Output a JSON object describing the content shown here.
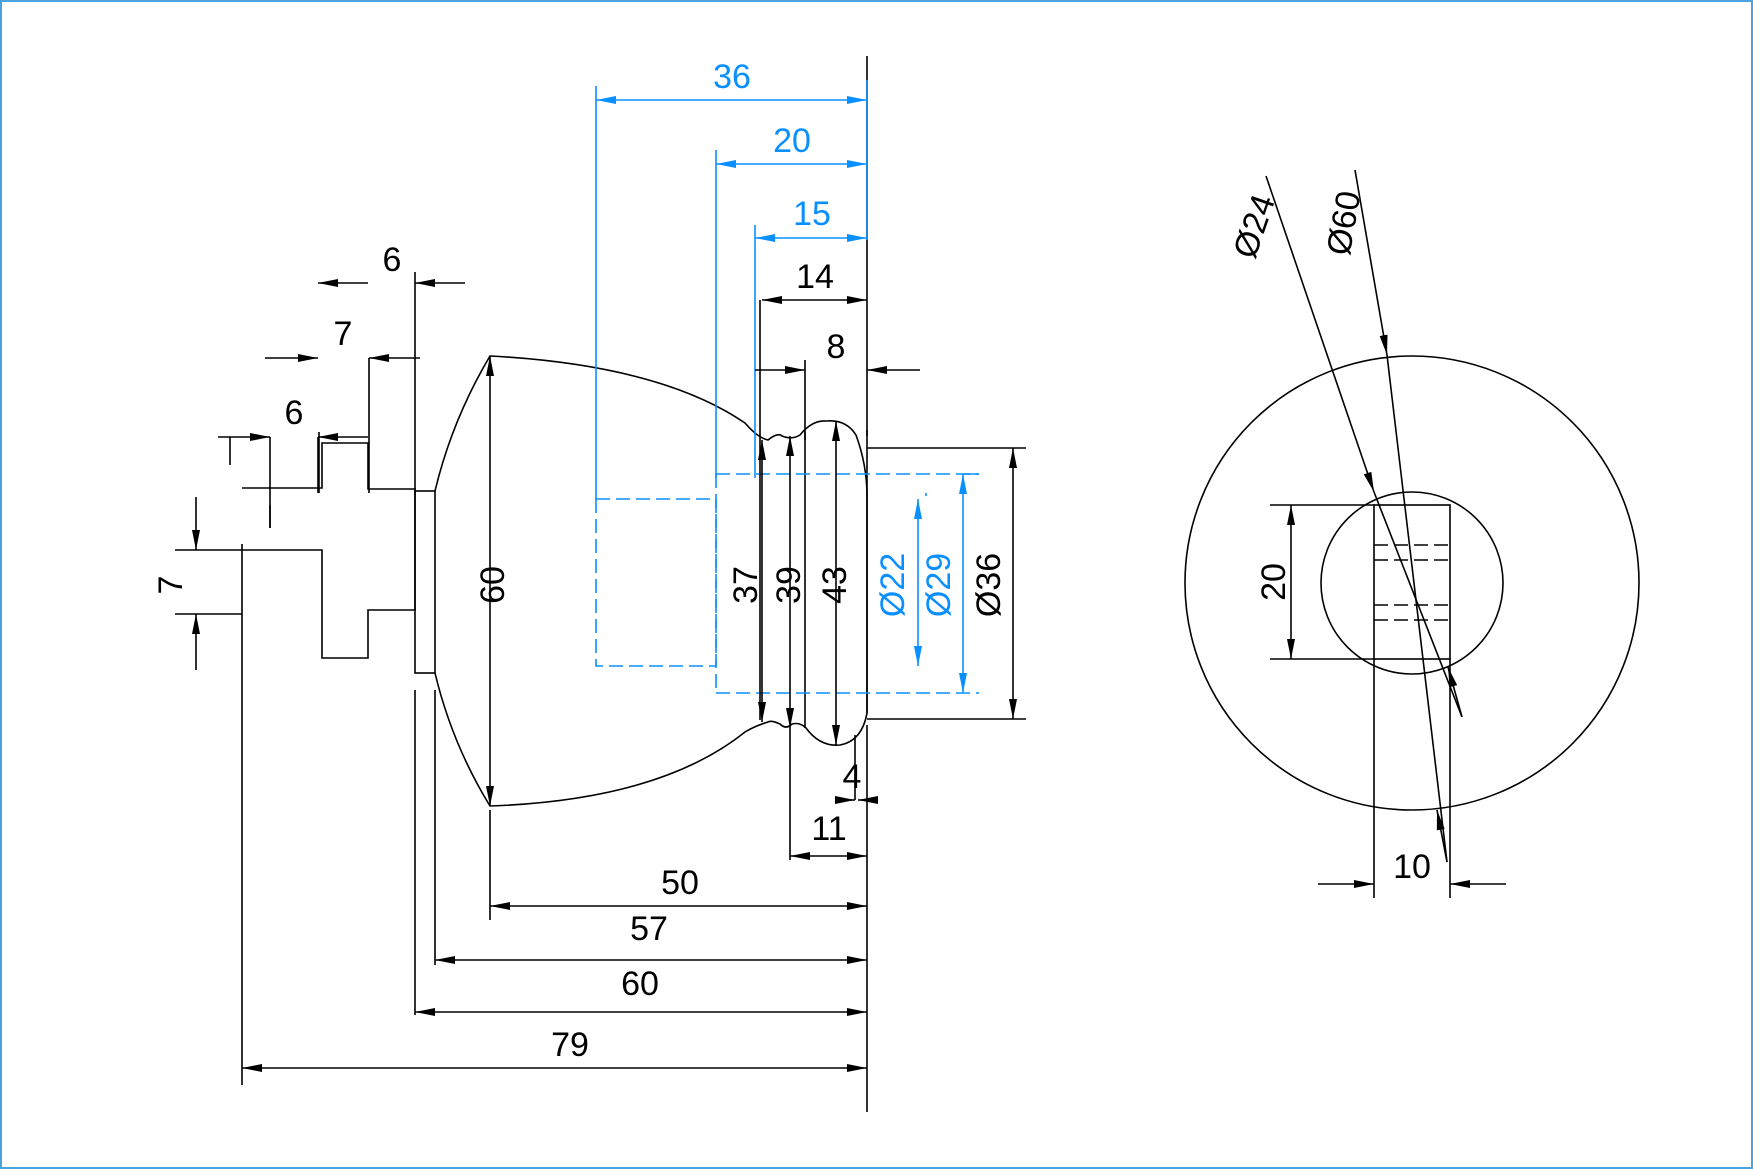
{
  "colors": {
    "outline": "#000000",
    "blue_dimension": "#0a8fff",
    "frame": "#4aa3e0",
    "background": "#ffffff"
  },
  "dims": {
    "top_6": "6",
    "top_7": "7",
    "top_6b": "6",
    "left_7": "7",
    "h60": "60",
    "d37": "37",
    "d39": "39",
    "d43": "43",
    "d22": "Ø22",
    "d29": "Ø29",
    "d36": "Ø36",
    "b36": "36",
    "b20": "20",
    "b15": "15",
    "t14": "14",
    "t8": "8",
    "r4": "4",
    "r11": "11",
    "l50": "50",
    "l57": "57",
    "l60": "60",
    "l79": "79",
    "side_d24": "Ø24",
    "side_d60": "Ø60",
    "side_20": "20",
    "side_10": "10"
  }
}
